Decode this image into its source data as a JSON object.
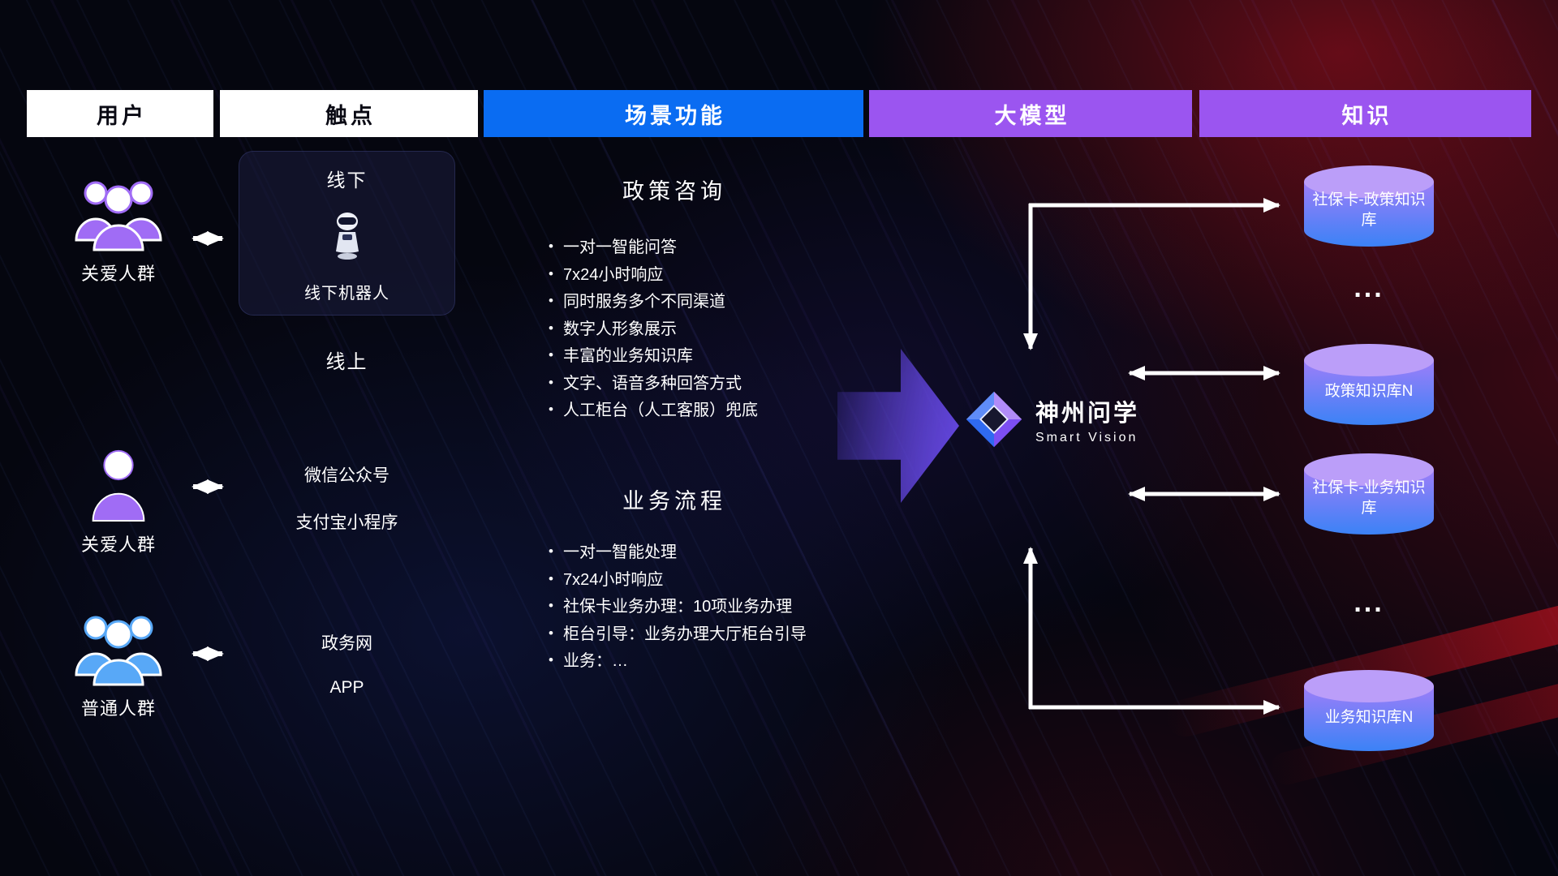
{
  "header": {
    "user": "用户",
    "touchpoint": "触点",
    "scenario": "场景功能",
    "model": "大模型",
    "knowledge": "知识"
  },
  "users": [
    {
      "label": "关爱人群"
    },
    {
      "label": "关爱人群"
    },
    {
      "label": "普通人群"
    }
  ],
  "touchpoints": {
    "offline_title": "线下",
    "offline_robot": "线下机器人",
    "online_title": "线上",
    "channels": [
      "微信公众号",
      "支付宝小程序",
      "政务网",
      "APP"
    ]
  },
  "scenarios": [
    {
      "title": "政策咨询",
      "items": [
        "一对一智能问答",
        "7x24小时响应",
        "同时服务多个不同渠道",
        "数字人形象展示",
        "丰富的业务知识库",
        "文字、语音多种回答方式",
        "人工柜台（人工客服）兜底"
      ]
    },
    {
      "title": "业务流程",
      "items": [
        "一对一智能处理",
        "7x24小时响应",
        "社保卡业务办理：10项业务办理",
        "柜台引导：业务办理大厅柜台引导",
        "业务：…"
      ]
    }
  ],
  "model": {
    "name": "神州问学",
    "subtitle": "Smart Vision"
  },
  "knowledge": {
    "db1": "社保卡-政策知识库",
    "ellipsis1": "...",
    "db2": "政策知识库N",
    "db3": "社保卡-业务知识库",
    "ellipsis2": "...",
    "db4": "业务知识库N"
  },
  "colors": {
    "accent_blue": "#0a6cf2",
    "accent_purple": "#9b55f0",
    "people_purple": "#a06cf5",
    "people_blue": "#58a8f7",
    "db_top": "#bb9ef9",
    "db_body_top": "#9d7ef8",
    "db_body_bottom": "#3b82f6",
    "arrow_purple": "#6d4df0"
  }
}
